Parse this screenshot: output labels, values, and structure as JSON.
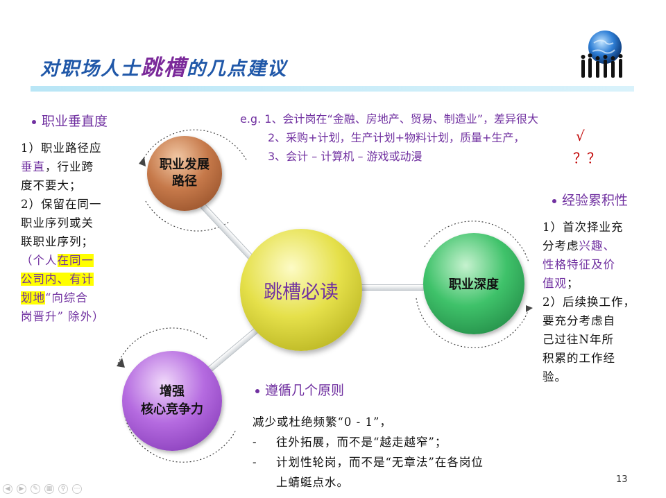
{
  "title": {
    "prefix": "对职场人士",
    "highlight": "跳槽",
    "suffix": "的几点建议"
  },
  "center_ball": {
    "label": "跳槽必读"
  },
  "ball_path": {
    "line1": "职业发展",
    "line2": "路径"
  },
  "ball_depth": {
    "label": "职业深度"
  },
  "ball_core": {
    "line1": "增强",
    "line2": "核心竞争力"
  },
  "left_section": {
    "heading": "职业垂直度",
    "lines": [
      "1）职业路径应",
      "垂直",
      "，行业跨",
      "度不要大；",
      "2）保留在同一",
      "职业序列或关",
      "联职业序列；",
      "（个人",
      "在同一",
      "公司内、有计",
      "划地",
      "“向综合",
      "岗晋升”  除外）"
    ]
  },
  "examples": {
    "line1": "e.g. 1、会计岗在“金融、房地产、贸易、制造业”，差异很大",
    "line2": "2、采购+计划，生产计划+物料计划，质量+生产，",
    "line3": "3、会计 – 计算机 – 游戏或动漫",
    "check": "√",
    "question": "？？"
  },
  "right_section": {
    "heading": "经验累积性",
    "l1": "1）首次择业充",
    "l2a": "分考虑",
    "l2b": "兴趣、",
    "l3": "性格特征及价",
    "l4": "值观",
    "l4b": "；",
    "l5": "2）后续换工作，",
    "l6": "要充分考虑自",
    "l7": "己过往N年所",
    "l8": "积累的工作经",
    "l9": "验。"
  },
  "bottom_section": {
    "heading": "遵循几个原则",
    "l1": "减少或杜绝频繁“0 - 1”，",
    "l2_dash": "-",
    "l2": "往外拓展，而不是“越走越窄”；",
    "l3_dash": "-",
    "l3": "计划性轮岗，而不是“无章法”在各岗位",
    "l4": "上蜻蜓点水。"
  },
  "page_number": "13",
  "colors": {
    "title": "#1f57a8",
    "accent_purple": "#7030a0",
    "highlight_yellow": "#ffff00",
    "mark_red": "#c00000"
  }
}
